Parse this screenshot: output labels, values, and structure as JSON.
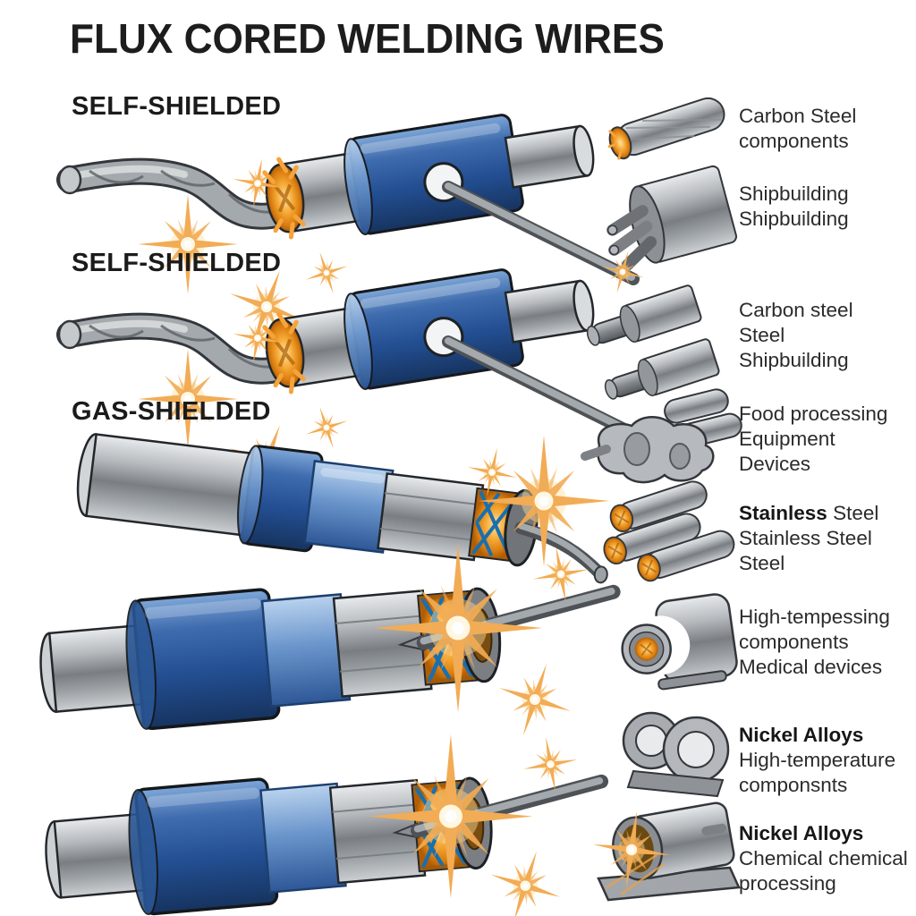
{
  "title": "FLUX CORED WELDING WIRES",
  "diagrams": [
    {
      "label": "SELF-SHIELDED",
      "type": "self-shielded-flux-cored-wire"
    },
    {
      "label": "SELF-SHIELDED",
      "type": "self-shielded-flux-cored-wire"
    },
    {
      "label": "GAS-SHIELDED",
      "type": "gas-shielded-flux-cored-wire-cutaway"
    },
    {
      "label": "",
      "type": "flux-core-cutaway-with-arc-spark"
    },
    {
      "label": "",
      "type": "flux-core-cutaway-with-arc-spark"
    }
  ],
  "applications": [
    {
      "icon": "flux-cored-wire-rod-icon",
      "lines": [
        {
          "b": "",
          "r": "Carbon Steel"
        },
        {
          "b": "",
          "r": "components"
        }
      ]
    },
    {
      "icon": "wire-bundle-cylinder-icon",
      "lines": [
        {
          "b": "",
          "r": "Shipbuilding"
        },
        {
          "b": "",
          "r": "Shipbuilding"
        }
      ]
    },
    {
      "icon": "stepped-shafts-icon",
      "lines": [
        {
          "b": "",
          "r": "Carbon steel"
        },
        {
          "b": "",
          "r": "Steel"
        },
        {
          "b": "",
          "r": "Shipbuilding"
        }
      ]
    },
    {
      "icon": "flange-fitting-icon",
      "lines": [
        {
          "b": "",
          "r": "Food processing"
        },
        {
          "b": "",
          "r": "Equipment"
        },
        {
          "b": "",
          "r": "Devices"
        }
      ]
    },
    {
      "icon": "flux-core-tubes-icon",
      "lines": [
        {
          "b": "Stainless",
          "r": " Steel"
        },
        {
          "b": "",
          "r": "Stainless Steel"
        },
        {
          "b": "",
          "r": "Steel"
        }
      ]
    },
    {
      "icon": "tube-in-channel-icon",
      "lines": [
        {
          "b": "",
          "r": "High-tempessing"
        },
        {
          "b": "",
          "r": "components"
        },
        {
          "b": "",
          "r": "Medical devices"
        }
      ]
    },
    {
      "icon": "double-channel-clamp-icon",
      "lines": [
        {
          "b": "Nickel Alloys",
          "r": ""
        },
        {
          "b": "",
          "r": "High-temperature"
        },
        {
          "b": "",
          "r": "componsnts"
        }
      ]
    },
    {
      "icon": "sparking-tube-mount-icon",
      "lines": [
        {
          "b": "Nickel Alloys",
          "r": ""
        },
        {
          "b": "",
          "r": "Chemical chemical"
        },
        {
          "b": "",
          "r": "processing"
        }
      ]
    }
  ],
  "colors": {
    "background": "#ffffff",
    "text": "#1d1d1d",
    "sleeve_blue": "#2e5b9e",
    "sleeve_blue_dark": "#1b3f74",
    "sleeve_blue_light": "#7fa7d8",
    "flux_orange": "#ef9a2b",
    "spark_orange": "#f2ac55",
    "mesh_teal_blue": "#1a6fae",
    "steel_gray": "#b9bdc1"
  }
}
